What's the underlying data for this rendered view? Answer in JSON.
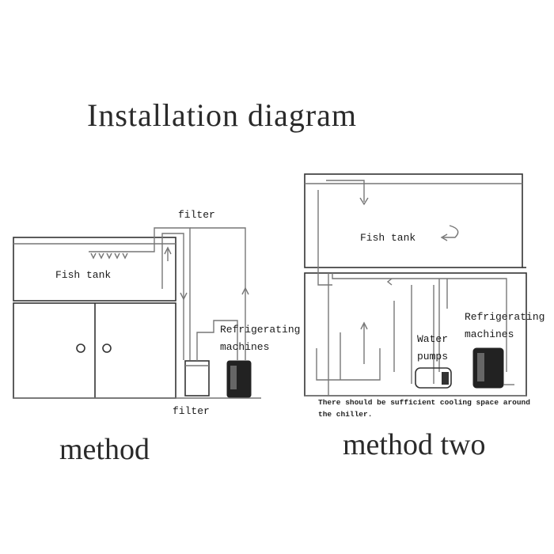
{
  "title": "Installation diagram",
  "method_one": {
    "label": "method",
    "fish_tank": "Fish tank",
    "filter": "filter",
    "refrigerating_machines": "Refrigerating machines"
  },
  "method_two": {
    "label": "method two",
    "fish_tank": "Fish tank",
    "water_pumps": "Water pumps",
    "refrigerating_machines": "Refrigerating machines",
    "note": "There should be sufficient cooling space around the chiller."
  }
}
